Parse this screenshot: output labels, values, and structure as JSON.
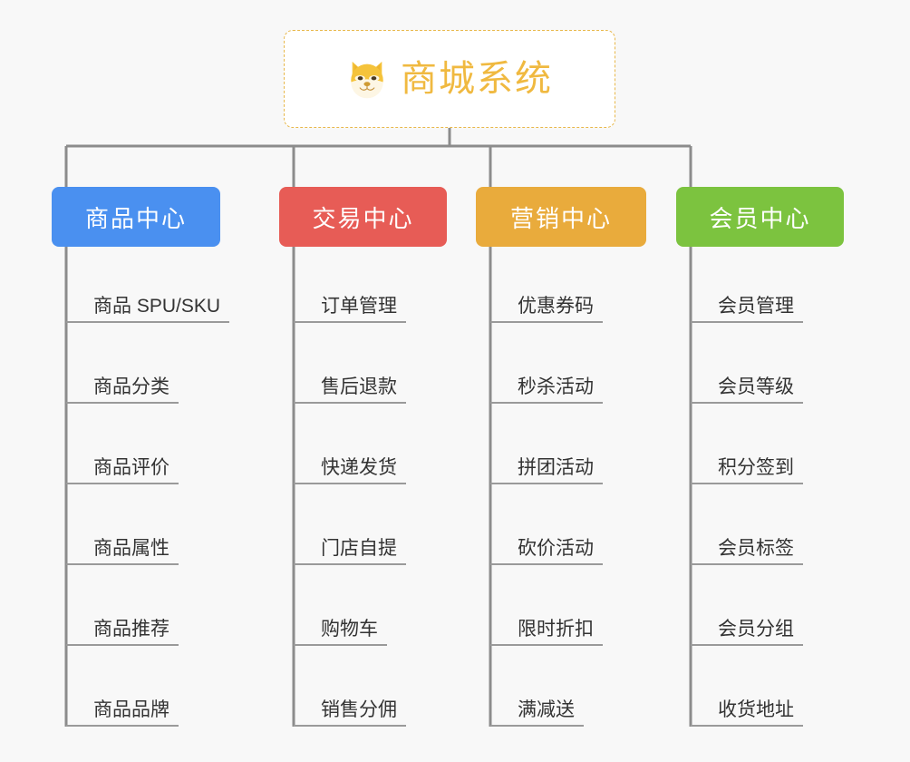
{
  "page": {
    "background_color": "#f8f8f8",
    "connector_color": "#8c8c8c",
    "leaf_underline_color": "#9a9a9a",
    "leaf_text_color": "#333333"
  },
  "root": {
    "title": "商城系统",
    "icon": "shiba-inu-dog-face-emoji",
    "text_color": "#f0b940",
    "border_color": "#e8b84b",
    "background_color": "#ffffff"
  },
  "branches": [
    {
      "title": "商品中心",
      "color": "#4a90f0",
      "items": [
        "商品 SPU/SKU",
        "商品分类",
        "商品评价",
        "商品属性",
        "商品推荐",
        "商品品牌"
      ]
    },
    {
      "title": "交易中心",
      "color": "#e75c56",
      "items": [
        "订单管理",
        "售后退款",
        "快递发货",
        "门店自提",
        "购物车",
        "销售分佣"
      ]
    },
    {
      "title": "营销中心",
      "color": "#e9ab3c",
      "items": [
        "优惠券码",
        "秒杀活动",
        "拼团活动",
        "砍价活动",
        "限时折扣",
        "满减送"
      ]
    },
    {
      "title": "会员中心",
      "color": "#7cc33f",
      "items": [
        "会员管理",
        "会员等级",
        "积分签到",
        "会员标签",
        "会员分组",
        "收货地址"
      ]
    }
  ]
}
